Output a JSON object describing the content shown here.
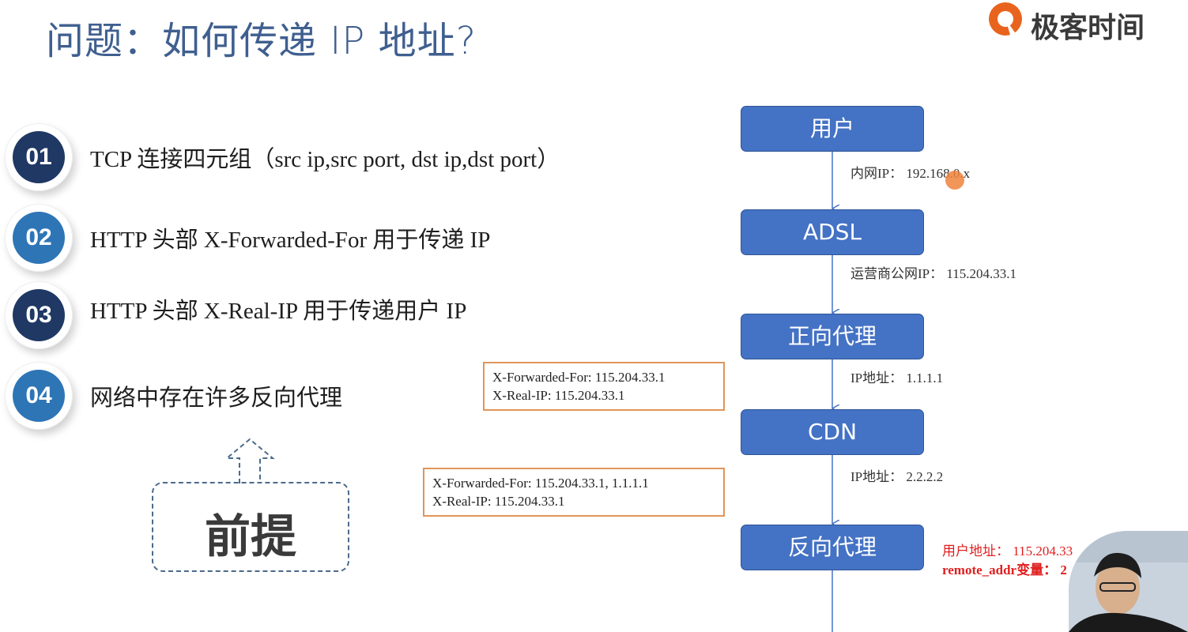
{
  "title": "问题：如何传递 IP 地址?",
  "logo": {
    "brand": "极客时间"
  },
  "items": [
    {
      "num": "01",
      "text": "TCP 连接四元组（src ip,src port, dst ip,dst port）",
      "color": "#1f3864"
    },
    {
      "num": "02",
      "text": "HTTP 头部 X-Forwarded-For 用于传递 IP",
      "color": "#2e75b6"
    },
    {
      "num": "03",
      "text": "HTTP 头部 X-Real-IP 用于传递用户 IP",
      "color": "#1f3864"
    },
    {
      "num": "04",
      "text": "网络中存在许多反向代理",
      "color": "#2e75b6"
    }
  ],
  "premise": "前提",
  "flow": {
    "nodes": [
      "用户",
      "ADSL",
      "正向代理",
      "CDN",
      "反向代理"
    ],
    "edge_labels": [
      "内网IP：  192.168.0.x",
      "运营商公网IP：  115.204.33.1",
      "IP地址：  1.1.1.1",
      "IP地址：  2.2.2.2"
    ],
    "header_boxes": [
      {
        "xff": "X-Forwarded-For:    115.204.33.1",
        "xrealip": "X-Real-IP:    115.204.33.1"
      },
      {
        "xff": "X-Forwarded-For:    115.204.33.1,    1.1.1.1",
        "xrealip": "X-Real-IP:    115.204.33.1"
      }
    ],
    "result": {
      "user_addr": "用户地址：  115.204.33",
      "remote_addr": "remote_addr变量：  2"
    }
  },
  "colors": {
    "node": "#4472c4",
    "box_border": "#e0955a",
    "result": "#e02020"
  }
}
